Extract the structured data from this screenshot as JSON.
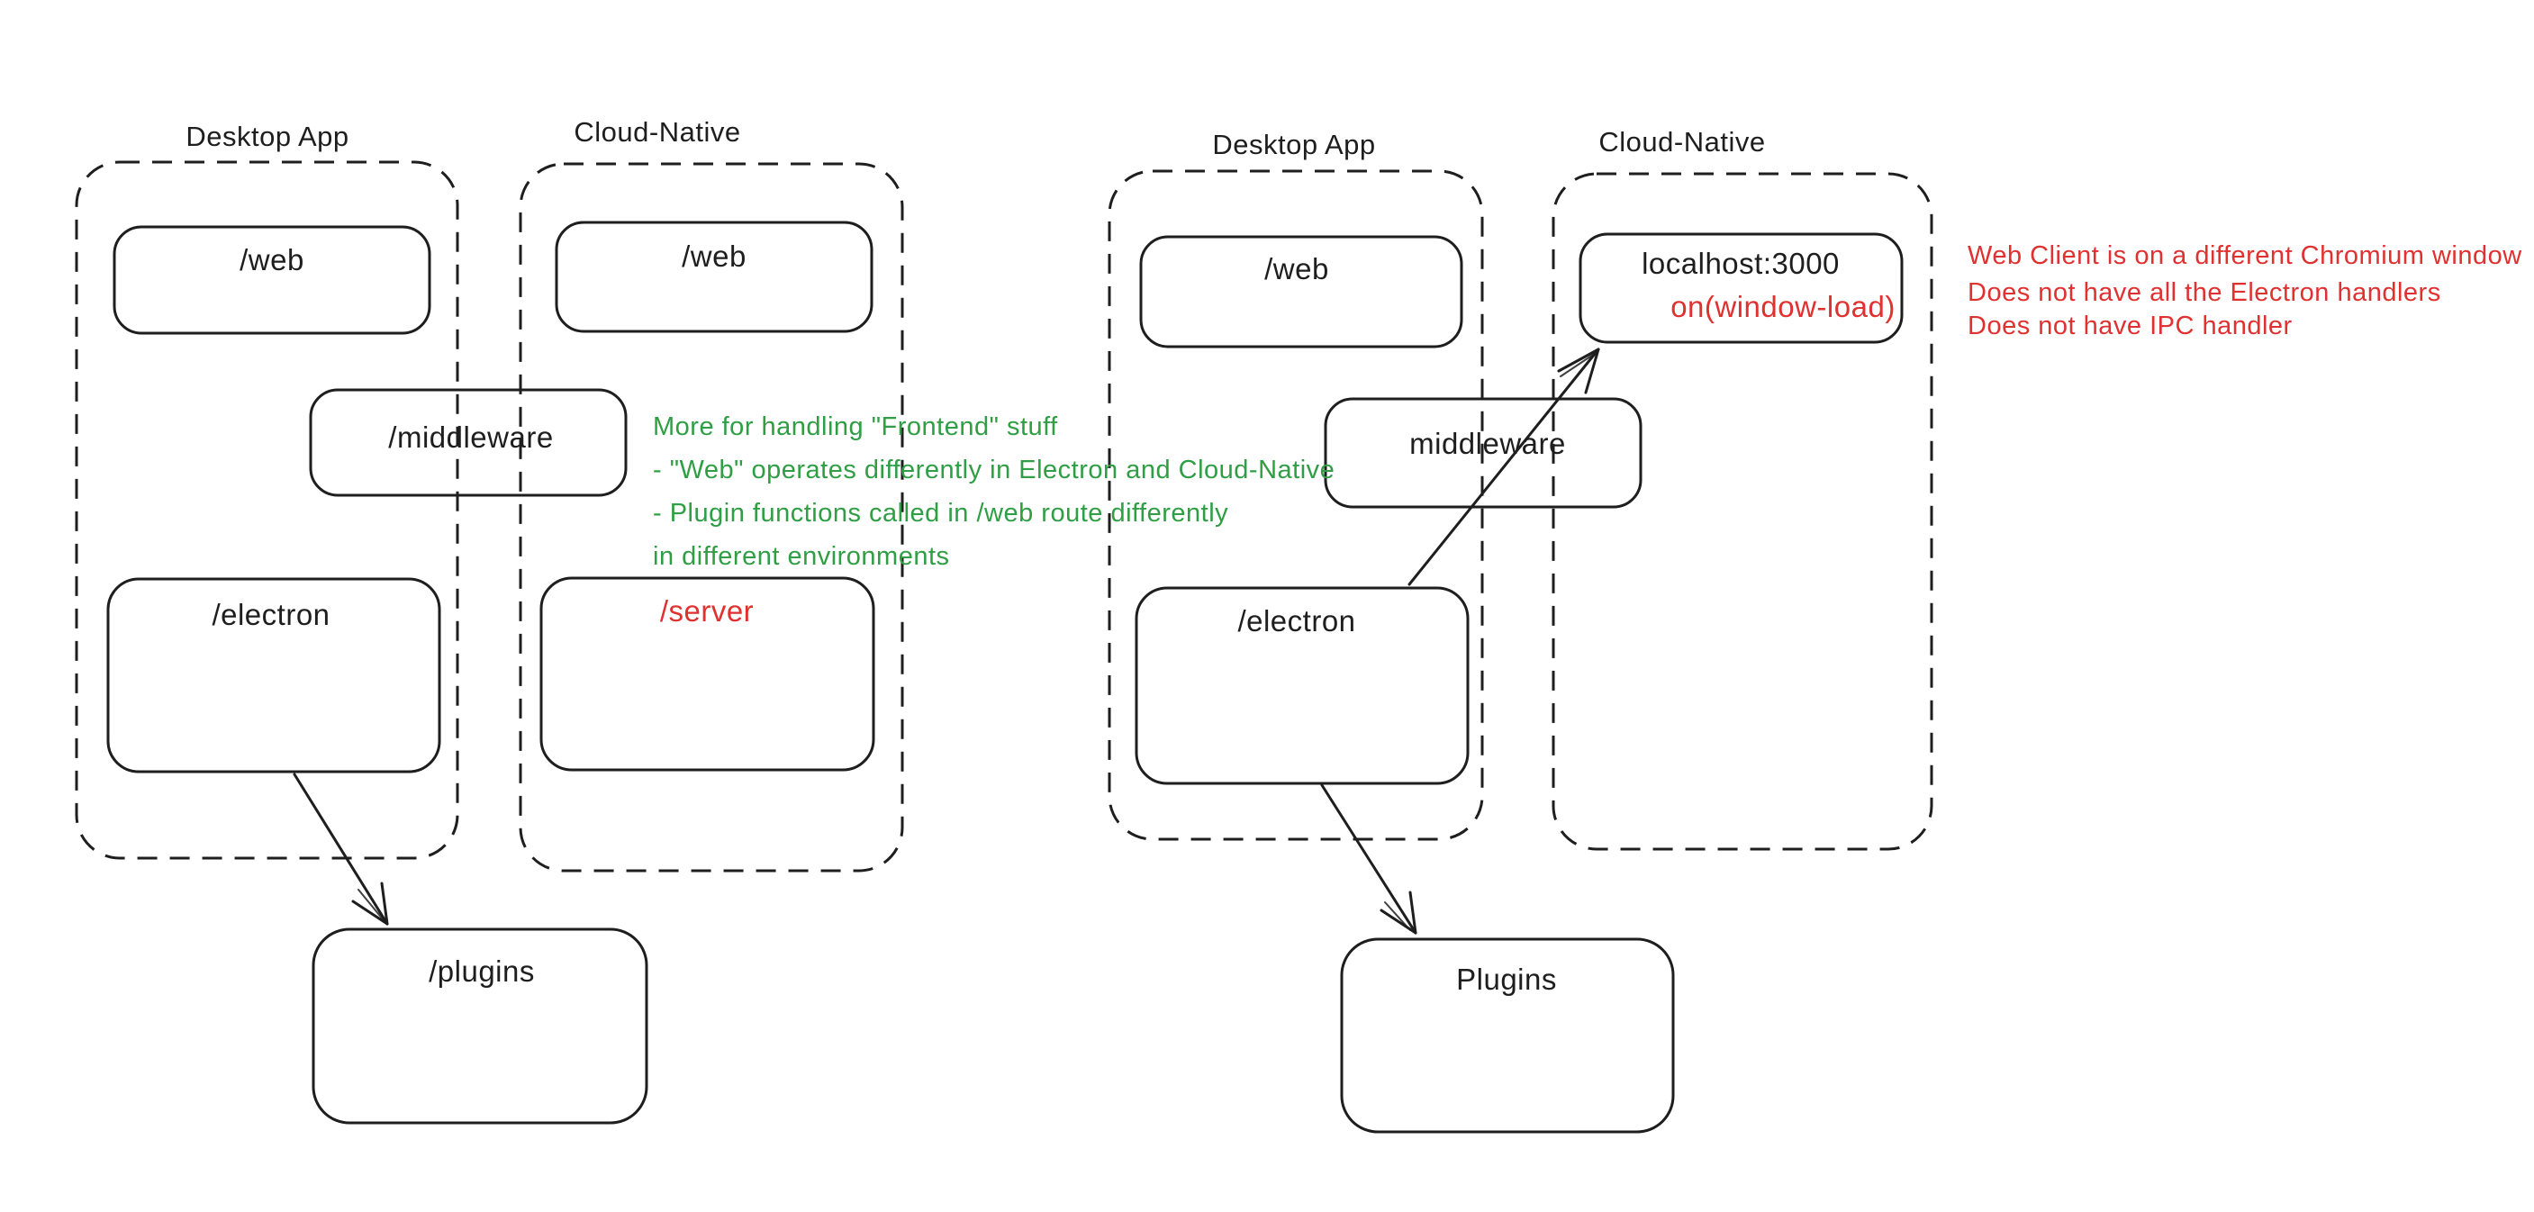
{
  "colors": {
    "ink": "#1e1e1e",
    "red": "#e03131",
    "green": "#2f9e44",
    "background": "#ffffff"
  },
  "left": {
    "desktop": {
      "title": "Desktop App",
      "web_label": "/web",
      "middleware_label": "/middleware",
      "electron_label": "/electron"
    },
    "cloud": {
      "title": "Cloud-Native",
      "web_label": "/web",
      "server_label": "/server"
    },
    "plugins_label": "/plugins",
    "green_note": {
      "line1": "More for handling \"Frontend\" stuff",
      "line2": "- \"Web\" operates differently in Electron and Cloud-Native",
      "line3": "- Plugin functions called in /web route differently",
      "line4": "in different environments"
    }
  },
  "right": {
    "desktop": {
      "title": "Desktop App",
      "web_label": "/web",
      "middleware_label": "middleware",
      "electron_label": "/electron"
    },
    "cloud": {
      "title": "Cloud-Native",
      "localhost_label": "localhost:3000",
      "window_load_label": "on(window-load)"
    },
    "plugins_label": "Plugins",
    "red_note": {
      "line1": "Web Client is on a different Chromium window",
      "line2": "Does not have all the Electron handlers",
      "line3": "Does not have IPC handler"
    }
  }
}
